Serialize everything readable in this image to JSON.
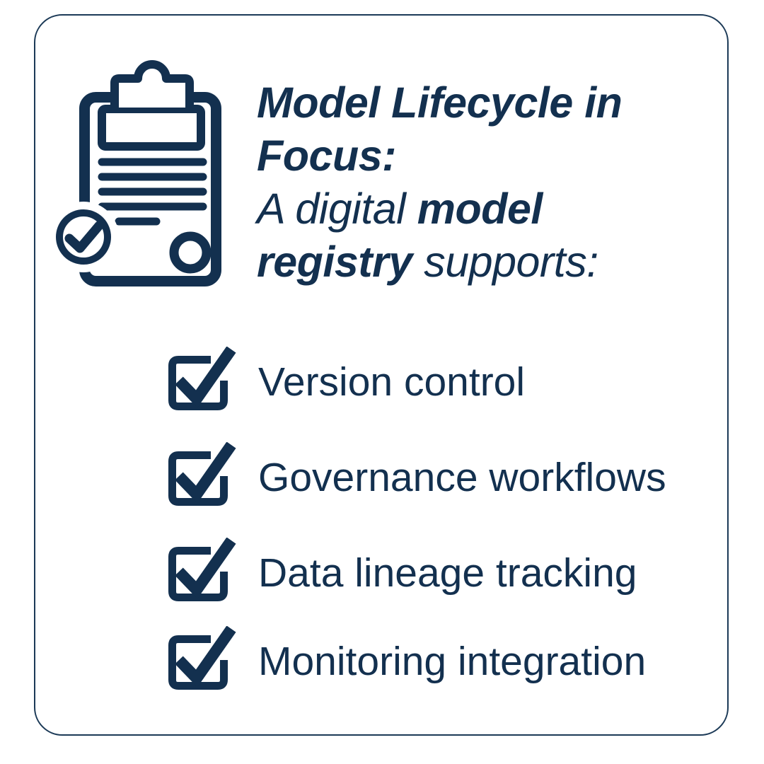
{
  "colors": {
    "navy": "#13304F",
    "white": "#FFFFFF",
    "card_border": "#1C3A57",
    "background": "#FFFFFF"
  },
  "icons": {
    "header_icon": "clipboard-check-icon",
    "list_bullet_icon": "checkbox-checked-icon"
  },
  "header": {
    "title_line1": "Model Lifecycle in",
    "title_line2": "Focus:",
    "subtitle_line1": {
      "normal": "A digital ",
      "bold": "model"
    },
    "subtitle_line2": {
      "bold": "registry",
      "normal": " supports:"
    }
  },
  "checklist": {
    "items": [
      "Version control",
      "Governance workflows",
      "Data lineage tracking",
      "Monitoring integration"
    ]
  }
}
